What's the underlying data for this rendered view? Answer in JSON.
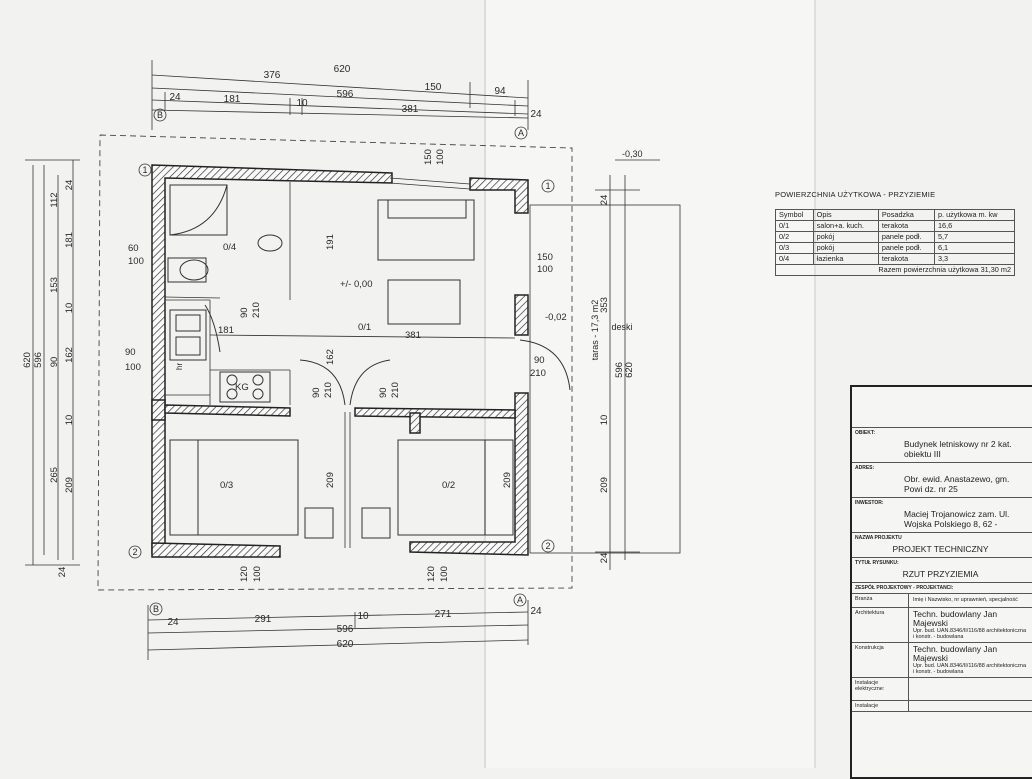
{
  "top_dimensions": {
    "row1": [
      "620"
    ],
    "row2": [
      "376",
      "150",
      "94"
    ],
    "row3": [
      "24",
      "596",
      "24"
    ],
    "row4": [
      "181",
      "10",
      "381"
    ]
  },
  "bottom_dimensions": {
    "row1": [
      "24",
      "291",
      "10",
      "271",
      "24"
    ],
    "row2": [
      "596"
    ],
    "row3": [
      "620"
    ]
  },
  "left_dimensions": {
    "outer": [
      "620"
    ],
    "middle": [
      "596"
    ],
    "inner": [
      "24",
      "112",
      "181",
      "153",
      "10",
      "162",
      "90",
      "10",
      "265",
      "209",
      "24"
    ]
  },
  "right_dimensions": [
    "24",
    "353",
    "596",
    "620",
    "10",
    "209",
    "24"
  ],
  "axes": {
    "b": "B",
    "a": "A",
    "one": "1",
    "two": "2"
  },
  "levels": {
    "terrace_top": "-0,30",
    "entry": "-0,02",
    "floor": "+/- 0,00"
  },
  "rooms": {
    "r04": "0/4",
    "r01": "0/1",
    "r03": "0/3",
    "r02": "0/2"
  },
  "openings": {
    "w_left_top": [
      "60",
      "100"
    ],
    "w_left_mid": [
      "90",
      "100"
    ],
    "w_right_top": [
      "150",
      "100"
    ],
    "w_right_door": [
      "90",
      "210"
    ],
    "w_top": [
      "150",
      "100"
    ],
    "bath_door": [
      "90",
      "210"
    ],
    "door_03": [
      "90",
      "210"
    ],
    "door_02": [
      "90",
      "210"
    ],
    "w_bottom_left": [
      "120",
      "100"
    ],
    "w_bottom_right": [
      "120",
      "100"
    ],
    "inner_dims": [
      "181",
      "381",
      "191",
      "162",
      "209",
      "209"
    ]
  },
  "labels": {
    "kg": "KG",
    "hr": "hr",
    "terrace": "taras - 17,3 m2",
    "terrace_sub": "deski"
  },
  "area_table": {
    "title": "POWIERZCHNIA UŻYTKOWA - PRZYZIEMIE",
    "headers": [
      "Symbol",
      "Opis",
      "Posadzka",
      "p. użytkowa m. kw"
    ],
    "rows": [
      [
        "0/1",
        "salon+a. kuch.",
        "terakota",
        "16,6"
      ],
      [
        "0/2",
        "pokój",
        "panele podł.",
        "5,7"
      ],
      [
        "0/3",
        "pokój",
        "panele podł.",
        "6,1"
      ],
      [
        "0/4",
        "łazienka",
        "terakota",
        "3,3"
      ]
    ],
    "total": "Razem powierzchnia użytkowa 31,30 m2"
  },
  "title_block": {
    "obiekt_label": "OBIEKT:",
    "obiekt_value": "Budynek letniskowy nr 2 kat. obiektu III",
    "adres_label": "ADRES:",
    "adres_value": "Obr. ewid. Anastazewo, gm. Powi dz. nr 25",
    "inwestor_label": "INWESTOR:",
    "inwestor_value": "Maciej Trojanowicz zam. Ul. Wojska Polskiego 8, 62 -",
    "nazwa_label": "NAZWA PROJEKTU",
    "nazwa_value": "PROJEKT TECHNICZNY",
    "tytul_label": "TYTUŁ RYSUNKU:",
    "tytul_value": "RZUT PRZYZIEMIA",
    "zespol_label": "ZESPÓŁ PROJEKTOWY - PROJEKTANCI:",
    "branza": "Branża",
    "imie": "Imię i Nazwisko, nr uprawnień, specjalność",
    "team": [
      {
        "branch": "Architektura",
        "name": "Techn. budowlany Jan Majewski",
        "perm": "Upr. bud. UAN.8346/II/116/88 architektoniczna i konstr. - budowlana"
      },
      {
        "branch": "Konstrukcja",
        "name": "Techn. budowlany Jan Majewski",
        "perm": "Upr. bud. UAN.8346/II/116/88 architektoniczna i konstr. - budowlana"
      },
      {
        "branch": "Instalacje elektryczne:",
        "name": "",
        "perm": ""
      },
      {
        "branch": "Instalacje",
        "name": "",
        "perm": ""
      }
    ]
  }
}
